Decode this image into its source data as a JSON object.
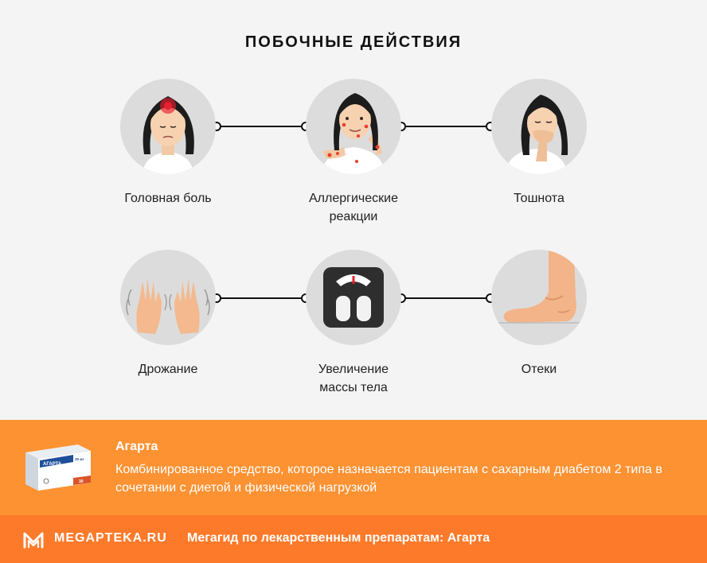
{
  "title": "ПОБОЧНЫЕ ДЕЙСТВИЯ",
  "effects": [
    {
      "label": "Головная боль",
      "icon": "headache-icon"
    },
    {
      "label": "Аллергические реакции",
      "icon": "allergy-rash-icon"
    },
    {
      "label": "Тошнота",
      "icon": "nausea-icon"
    },
    {
      "label": "Дрожание",
      "icon": "trembling-hands-icon"
    },
    {
      "label": "Увеличение массы тела",
      "icon": "scale-icon"
    },
    {
      "label": "Отеки",
      "icon": "swollen-foot-icon"
    }
  ],
  "product": {
    "name": "Агарта",
    "description": "Комбинированное средство, которое назначается пациентам с сахарным диабетом 2 типа в сочетании с диетой и физической нагрузкой",
    "package_brand": "АГАРТА",
    "package_dose": "30 мг",
    "package_count": "30"
  },
  "footer": {
    "brand": "MEGAPTEKA.RU",
    "text": "Мегагид по лекарственным препаратам: Агарта"
  },
  "colors": {
    "background": "#f4f4f4",
    "info_band": "#fd9233",
    "footer_band": "#fd7a2a",
    "circle": "#dcdcdc"
  }
}
